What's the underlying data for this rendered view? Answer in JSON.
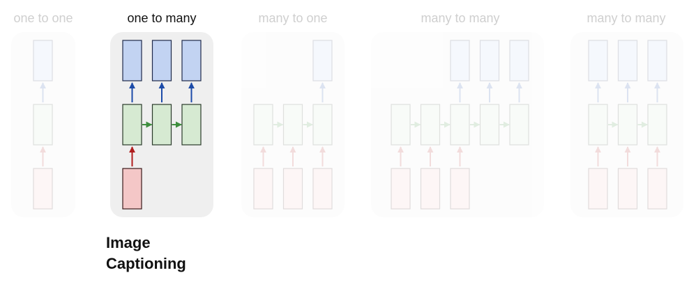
{
  "diagram": {
    "panels": [
      {
        "id": "one-to-one",
        "title": "one to one",
        "highlighted": false,
        "inputs": [
          1
        ],
        "hidden": [
          1
        ],
        "outputs": [
          1
        ],
        "recurrent": false
      },
      {
        "id": "one-to-many",
        "title": "one to many",
        "highlighted": true,
        "inputs": [
          1
        ],
        "hidden": [
          1,
          2,
          3
        ],
        "outputs": [
          1,
          2,
          3
        ],
        "recurrent": true
      },
      {
        "id": "many-to-one",
        "title": "many to one",
        "highlighted": false,
        "inputs": [
          1,
          2,
          3
        ],
        "hidden": [
          1,
          2,
          3
        ],
        "outputs": [
          3
        ],
        "recurrent": true
      },
      {
        "id": "many-to-many-delayed",
        "title": "many to many",
        "highlighted": false,
        "inputs": [
          1,
          2,
          3
        ],
        "hidden": [
          1,
          2,
          3,
          4,
          5
        ],
        "outputs": [
          3,
          4,
          5
        ],
        "recurrent": true
      },
      {
        "id": "many-to-many-synced",
        "title": "many to many",
        "highlighted": false,
        "inputs": [
          1,
          2,
          3
        ],
        "hidden": [
          1,
          2,
          3
        ],
        "outputs": [
          1,
          2,
          3
        ],
        "recurrent": true
      }
    ],
    "annotation": {
      "line1": "Image",
      "line2": "Captioning"
    },
    "colors": {
      "input_fill": "#f4c7c7",
      "input_stroke": "#3a1a1a",
      "input_arrow": "#b01e1e",
      "hidden_fill": "#d6ead2",
      "hidden_stroke": "#2a3a2a",
      "hidden_arrow": "#3e8e3e",
      "output_fill": "#c2d3f2",
      "output_stroke": "#1e2a4a",
      "output_arrow": "#1c4ba8",
      "panel_bg": "#efefef"
    }
  }
}
